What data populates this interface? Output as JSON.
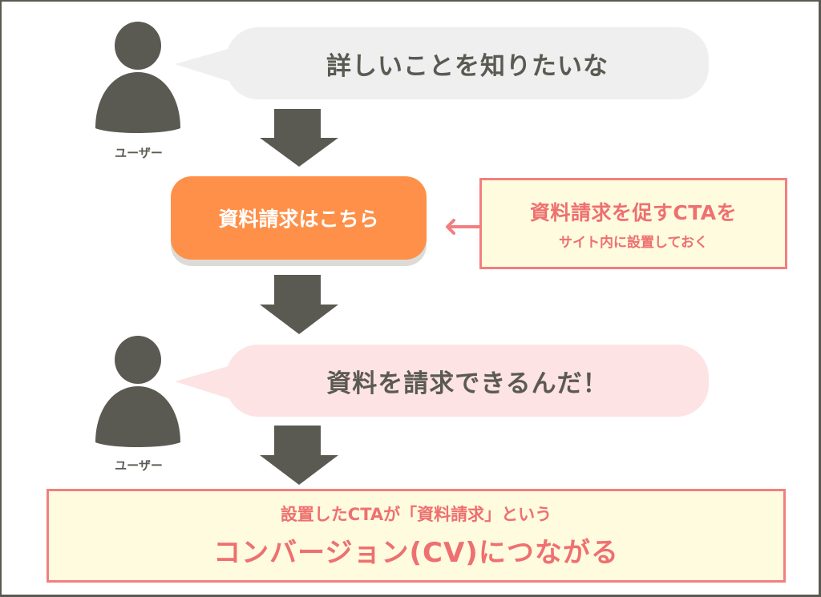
{
  "colors": {
    "dark": "#5b5a52",
    "bubble_gray": "#efefef",
    "bubble_pink": "#fde3e3",
    "cta_orange": "#fe9049",
    "note_bg": "#fffbdf",
    "accent_red": "#f27f7f"
  },
  "step1": {
    "person_label": "ユーザー",
    "speech": "詳しいことを知りたいな"
  },
  "cta": {
    "button_label": "資料請求はこちら",
    "note_line1": "資料請求を促すCTAを",
    "note_line2": "サイト内に設置しておく"
  },
  "step2": {
    "person_label": "ユーザー",
    "speech": "資料を請求できるんだ！"
  },
  "result": {
    "line1": "設置したCTAが「資料請求」という",
    "line2": "コンバージョン(CV)につながる"
  },
  "icons": {
    "person": "user-silhouette-icon",
    "down_arrow": "arrow-down-icon",
    "left_arrow": "arrow-left-icon"
  }
}
